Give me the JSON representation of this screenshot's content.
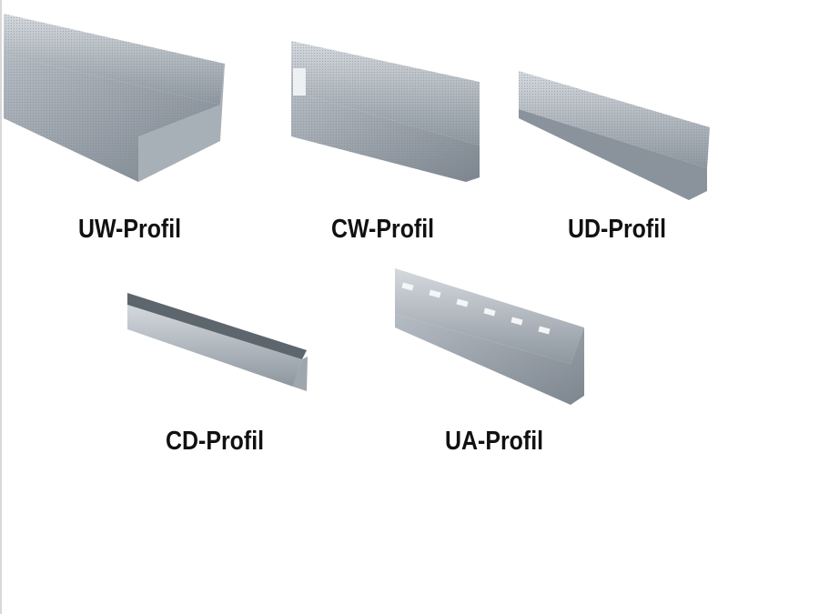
{
  "profiles": [
    {
      "name": "UW-Profil"
    },
    {
      "name": "CW-Profil"
    },
    {
      "name": "UD-Profil"
    },
    {
      "name": "CD-Profil"
    },
    {
      "name": "UA-Profil"
    }
  ],
  "colors": {
    "metal_light": "#c9cfd6",
    "metal_mid": "#9aa3ad",
    "metal_dark": "#6b737c",
    "text": "#111111"
  }
}
